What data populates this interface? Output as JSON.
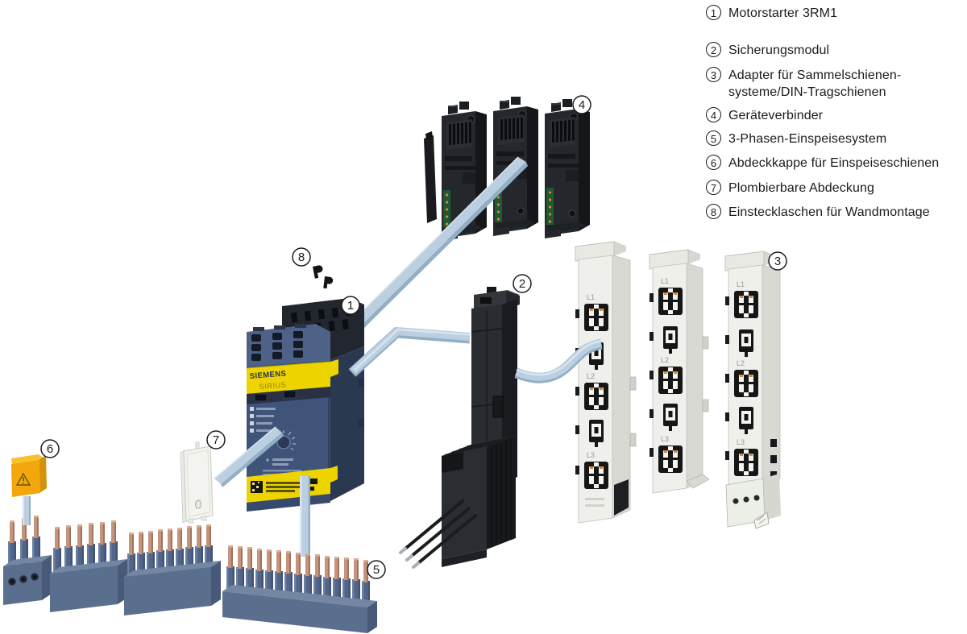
{
  "legend": {
    "items": [
      {
        "num": "1",
        "lines": [
          "Motorstarter 3RM1",
          ""
        ]
      },
      {
        "num": "2",
        "lines": [
          "Sicherungsmodul",
          ""
        ]
      },
      {
        "num": "3",
        "lines": [
          "Adapter für Sammelschienen-",
          "systeme/DIN-Tragschienen"
        ]
      },
      {
        "num": "4",
        "lines": [
          "Geräteverbinder",
          ""
        ]
      },
      {
        "num": "5",
        "lines": [
          "3-Phasen-Einspeisesystem",
          ""
        ]
      },
      {
        "num": "6",
        "lines": [
          "Abdeckkappe für Einspeiseschienen",
          ""
        ]
      },
      {
        "num": "7",
        "lines": [
          "Plombierbare Abdeckung",
          ""
        ]
      },
      {
        "num": "8",
        "lines": [
          "Einstecklaschen für Wandmontage",
          ""
        ]
      }
    ]
  },
  "motorstarter": {
    "brand": "SIEMENS",
    "series": "SIRIUS"
  },
  "adapter": {
    "phases": [
      "L1",
      "L2",
      "L3"
    ]
  },
  "colors": {
    "band_blue": "#bccfe0",
    "band_shade": "#93afc6",
    "starter_front": "#40547a",
    "starter_side": "#2b3950",
    "label_yellow": "#edd400",
    "cap_yellow": "#f2a70d",
    "busbar_blue": "#5a6e8e",
    "copper": "#c5947c",
    "rail_white": "#eff0eb",
    "black_part": "#24272c",
    "background": "#ffffff"
  }
}
